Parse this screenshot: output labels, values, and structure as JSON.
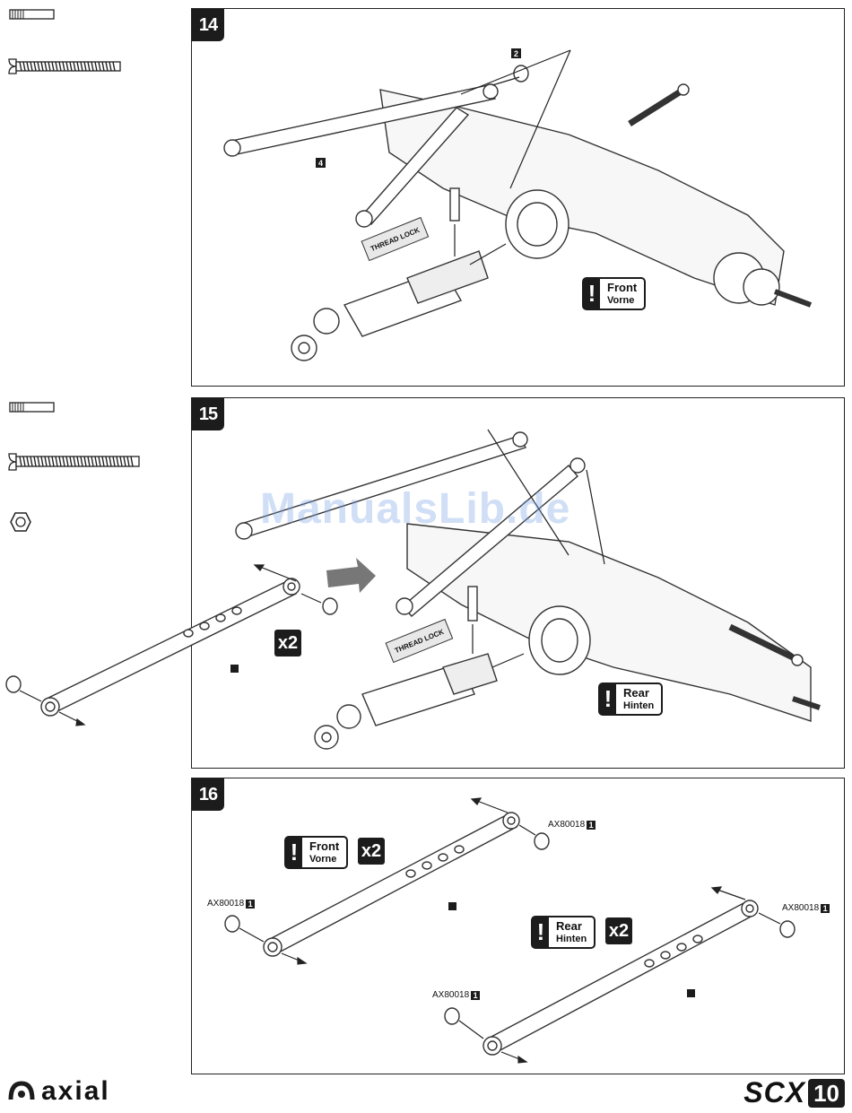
{
  "steps": [
    {
      "number": "14",
      "warning": {
        "en": "Front",
        "de": "Vorne"
      },
      "callouts": [
        "2",
        "4"
      ],
      "thread_lock": "THREAD LOCK"
    },
    {
      "number": "15",
      "warning": {
        "en": "Rear",
        "de": "Hinten"
      },
      "multiplier": "x2",
      "thread_lock": "THREAD LOCK"
    },
    {
      "number": "16",
      "front_warning": {
        "en": "Front",
        "de": "Vorne"
      },
      "front_multiplier": "x2",
      "rear_warning": {
        "en": "Rear",
        "de": "Hinten"
      },
      "rear_multiplier": "x2",
      "part_labels": [
        {
          "code": "AX80018",
          "qty": "1"
        },
        {
          "code": "AX80018",
          "qty": "1"
        },
        {
          "code": "AX80018",
          "qty": "1"
        },
        {
          "code": "AX80018",
          "qty": "1"
        }
      ]
    }
  ],
  "watermark": "ManualsLib.de",
  "footer": {
    "brand": "axial",
    "model_prefix": "SCX",
    "model_number": "10"
  },
  "colors": {
    "ink": "#1c1c1c",
    "watermark": "#78a0e6"
  }
}
